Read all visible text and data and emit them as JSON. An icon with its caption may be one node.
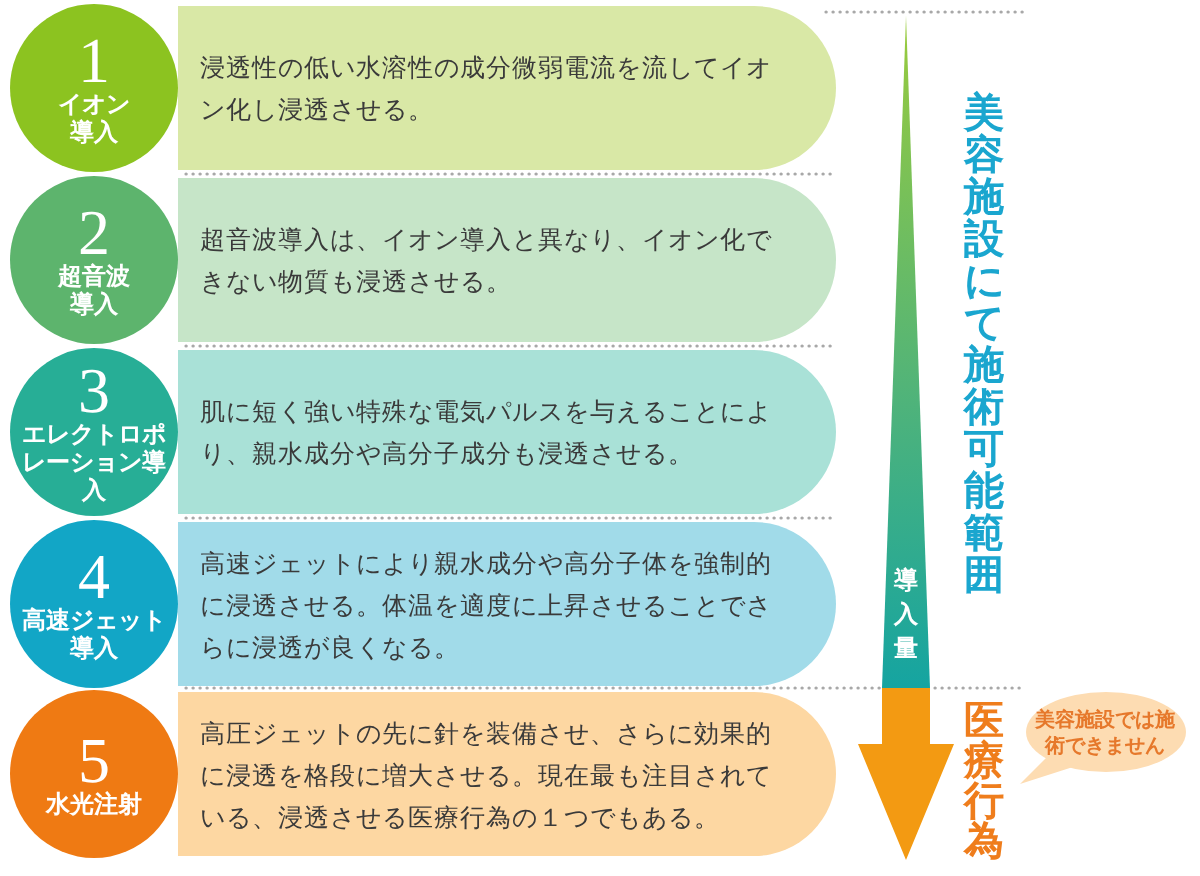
{
  "diagram": {
    "nodes": [
      {
        "text": [
          "1",
          "イオン導入"
        ]
      },
      {
        "text": [
          "浸透性の低い水溶性の成分微弱電流を流してイオン化し浸透させる。"
        ]
      },
      {
        "text": [
          "2",
          "超音波導入"
        ]
      },
      {
        "text": [
          "超音波導入は、イオン導入と異なり、イオン化できない物質も浸透させる。"
        ]
      },
      {
        "text": [
          "3",
          "エレクトロポレーション導入"
        ]
      },
      {
        "text": [
          "肌に短く強い特殊な電気パルスを与えることにより、親水成分や高分子成分も浸透させる。"
        ]
      },
      {
        "text": [
          "4",
          "高速ジェット導入"
        ]
      },
      {
        "text": [
          "高速ジェットにより親水成分や高分子体を強制的に浸透させる。体温を適度に上昇させることでさらに浸透が良くなる。"
        ]
      },
      {
        "text": [
          "5",
          "水光注射"
        ]
      },
      {
        "text": [
          "高圧ジェットの先に針を装備させ、さらに効果的に浸透を格段に増大させる。現在最も注目されている、浸透させる医療行為の１つでもある。"
        ]
      },
      {
        "text": [
          "美容施設では施術できません"
        ]
      }
    ],
    "labels": [
      "美容施設にて施術可能範囲",
      "導入量",
      "医療行為"
    ]
  }
}
